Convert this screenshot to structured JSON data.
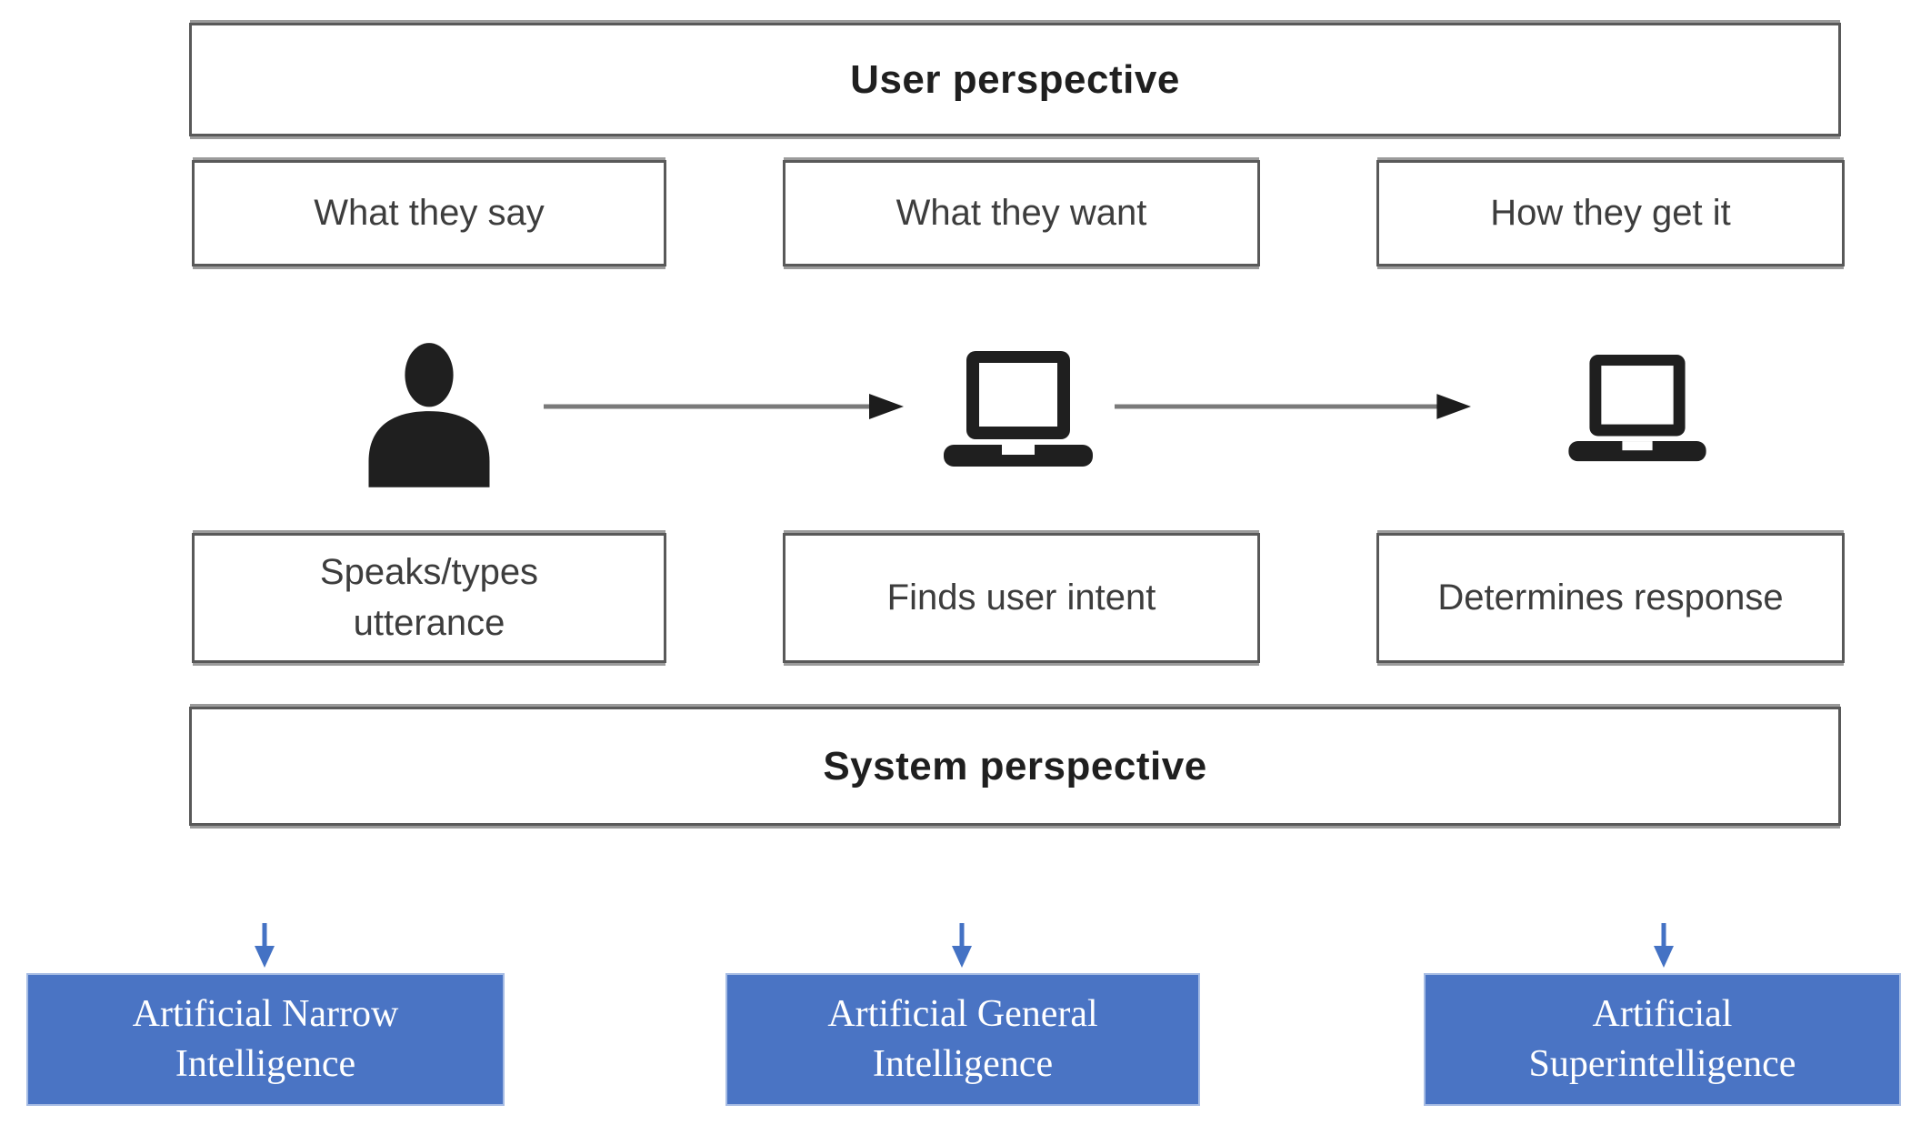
{
  "title_bars": {
    "user": "User perspective",
    "system": "System perspective"
  },
  "user_steps": [
    {
      "label": "What they say"
    },
    {
      "label": "What they want"
    },
    {
      "label": "How they get it"
    }
  ],
  "flow": [
    {
      "icon": "person-icon"
    },
    {
      "icon": "right-arrow"
    },
    {
      "icon": "laptop-icon"
    },
    {
      "icon": "right-arrow"
    },
    {
      "icon": "laptop-icon"
    }
  ],
  "system_steps": [
    {
      "label": "Speaks/types\nutterance"
    },
    {
      "label": "Finds user intent"
    },
    {
      "label": "Determines response"
    }
  ],
  "ai_levels": [
    {
      "label": "Artificial Narrow\nIntelligence"
    },
    {
      "label": "Artificial General\nIntelligence"
    },
    {
      "label": "Artificial\nSuperintelligence"
    }
  ],
  "colors": {
    "box_border": "#595959",
    "box_shadow": "#9b9b9b",
    "header_text": "#1f1f1f",
    "body_text": "#3d3d3d",
    "arrow_line": "#7a7a7a",
    "arrow_head": "#1c1c1c",
    "icon_fill": "#1f1f1f",
    "blue_fill": "#4a74c4",
    "blue_border": "#a6bce4",
    "blue_arrow": "#4472c4",
    "ai_text": "#ffffff"
  }
}
